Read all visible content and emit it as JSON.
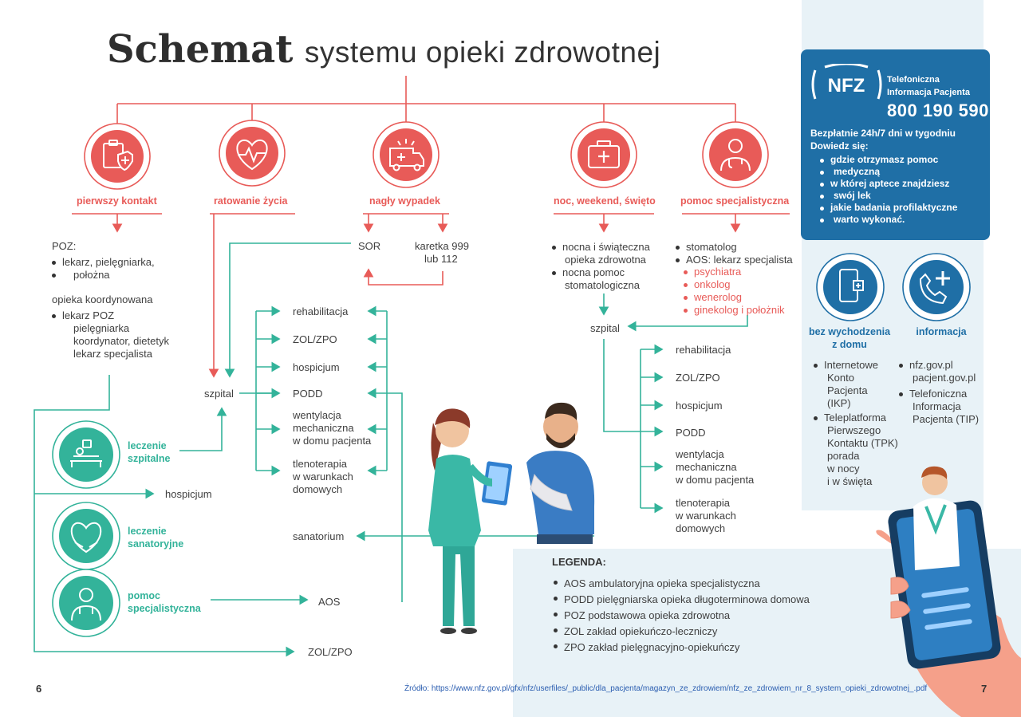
{
  "title": {
    "bold": "Schemat",
    "rest": "systemu opieki zdrowotnej"
  },
  "categories": [
    {
      "id": "pierwszy",
      "label": "pierwszy kontakt",
      "icon": "clipboard-shield-icon"
    },
    {
      "id": "ratowanie",
      "label": "ratowanie życia",
      "icon": "heart-pulse-icon"
    },
    {
      "id": "nagly",
      "label": "nagły wypadek",
      "icon": "ambulance-icon"
    },
    {
      "id": "noc",
      "label": "noc, weekend, święto",
      "icon": "first-aid-kit-icon"
    },
    {
      "id": "pomoc",
      "label": "pomoc specjalistyczna",
      "icon": "doctor-icon"
    }
  ],
  "poz": {
    "label": "POZ:",
    "items": [
      "lekarz, pielęgniarka,",
      "położna"
    ],
    "koord_label": "opieka koordynowana",
    "koord_items": [
      "lekarz POZ",
      "pielęgniarka",
      "koordynator, dietetyk",
      "lekarz specjalista"
    ]
  },
  "sor": "SOR",
  "karetka": [
    "karetka 999",
    "lub 112"
  ],
  "noc_items": [
    "nocna i świąteczna",
    "opieka zdrowotna",
    "nocna pomoc",
    "stomatologiczna"
  ],
  "specjal": {
    "items": [
      "stomatolog",
      "AOS: lekarz specjalista"
    ],
    "red_items": [
      "psychiatra",
      "onkolog",
      "wenerolog",
      "ginekolog i położnik"
    ]
  },
  "szpital": "szpital",
  "szpital2": "szpital",
  "left_list": [
    "rehabilitacja",
    "ZOL/ZPO",
    "hospicjum",
    "PODD",
    "wentylacja",
    "mechaniczna",
    "w domu pacjenta",
    "tlenoterapia",
    "w warunkach",
    "domowych"
  ],
  "right_list": [
    "rehabilitacja",
    "ZOL/ZPO",
    "hospicjum",
    "PODD",
    "wentylacja",
    "mechaniczna",
    "w domu pacjenta",
    "tlenoterapia",
    "w warunkach",
    "domowych"
  ],
  "green_cats": [
    {
      "label1": "leczenie",
      "label2": "szpitalne",
      "icon": "hospital-bed-icon"
    },
    {
      "label1": "leczenie",
      "label2": "sanatoryjne",
      "icon": "heart-hands-icon"
    },
    {
      "label1": "pomoc",
      "label2": "specjalistyczna",
      "icon": "doctor-icon"
    }
  ],
  "hospicjum": "hospicjum",
  "sanatorium": "sanatorium",
  "aos": "AOS",
  "zol": "ZOL/ZPO",
  "nfz": {
    "logo": "NFZ",
    "tel_line1": "Telefoniczna",
    "tel_line2": "Informacja Pacjenta",
    "phone": "800 190 590",
    "free": "Bezpłatnie 24h/7 dni w tygodniu",
    "learn": "Dowiedz się:",
    "bullets": [
      [
        "gdzie otrzymasz pomoc",
        "medyczną"
      ],
      [
        "w której aptece znajdziesz",
        "swój lek"
      ],
      [
        "jakie badania profilaktyczne",
        "warto wykonać."
      ]
    ]
  },
  "remote": {
    "label1": "bez wychodzenia",
    "label2": "z domu",
    "icon": "phone-plus-icon",
    "items": [
      "Internetowe",
      "Konto",
      "Pacjenta",
      "(IKP)",
      "Teleplatforma",
      "Pierwszego",
      "Kontaktu (TPK)",
      "porada",
      "w nocy",
      "i w święta"
    ]
  },
  "info": {
    "label": "informacja",
    "icon": "phone-call-plus-icon",
    "items": [
      "nfz.gov.pl",
      "pacjent.gov.pl",
      "Telefoniczna",
      "Informacja",
      "Pacjenta (TIP)"
    ]
  },
  "legend": {
    "title": "LEGENDA:",
    "items": [
      "AOS ambulatoryjna opieka specjalistyczna",
      "PODD pielęgniarska opieka długoterminowa domowa",
      "POZ podstawowa opieka zdrowotna",
      "ZOL zakład opiekuńczo-leczniczy",
      "ZPO zakład pielęgnacyjno-opiekuńczy"
    ]
  },
  "source": "Źródło: https://www.nfz.gov.pl/gfx/nfz/userfiles/_public/dla_pacjenta/magazyn_ze_zdrowiem/nfz_ze_zdrowiem_nr_8_system_opieki_zdrowotnej_.pdf",
  "page_left": "6",
  "page_right": "7",
  "colors": {
    "red": "#e85b58",
    "green": "#33b39a",
    "blue": "#1f6fa6"
  }
}
